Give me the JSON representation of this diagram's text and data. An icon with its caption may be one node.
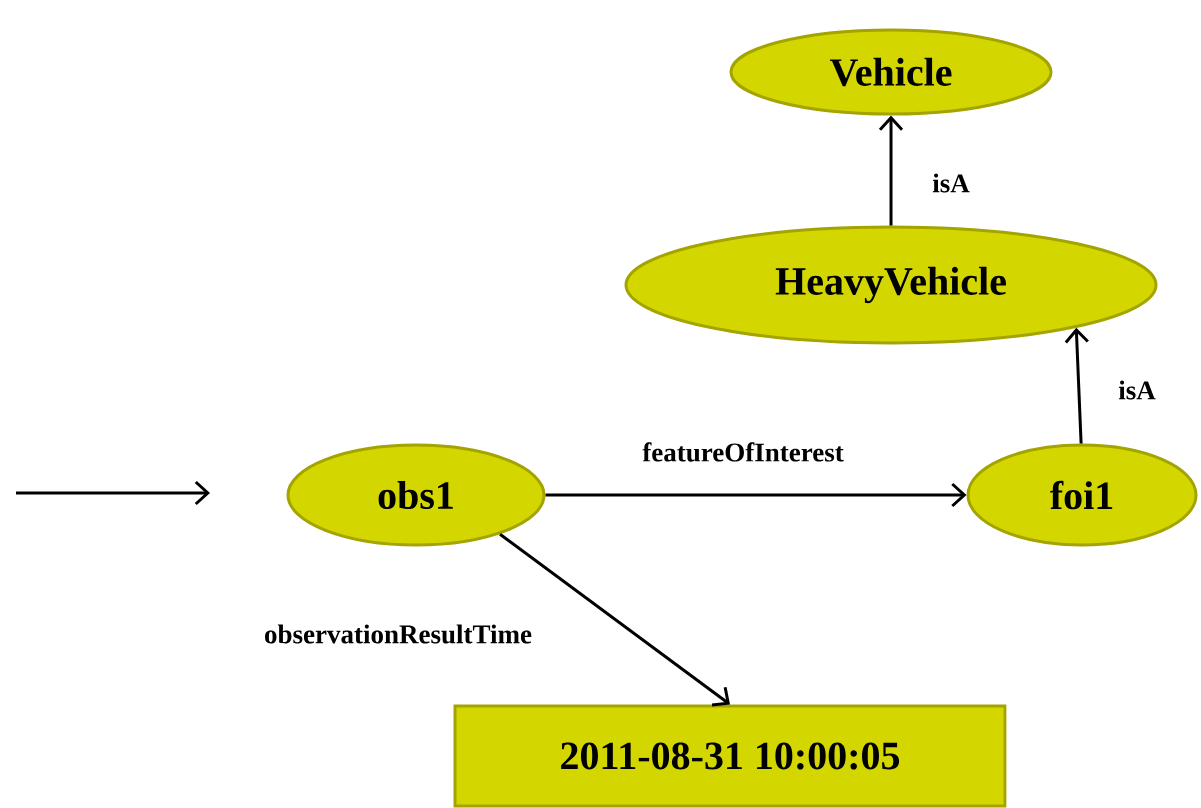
{
  "diagram": {
    "nodes": [
      {
        "text": [
          "Vehicle"
        ]
      },
      {
        "text": [
          "HeavyVehicle"
        ]
      },
      {
        "text": [
          "obs1"
        ]
      },
      {
        "text": [
          "foi1"
        ]
      },
      {
        "text": [
          "2011-08-31 10:00:05"
        ]
      }
    ],
    "edges": [
      {
        "from": 2,
        "to": 3,
        "label": "featureOfInterest",
        "arrow": "to"
      },
      {
        "from": 3,
        "to": 1,
        "label": "isA",
        "arrow": "to"
      },
      {
        "from": 1,
        "to": 0,
        "label": "isA",
        "arrow": "to"
      },
      {
        "from": 2,
        "to": 4,
        "label": "observationResultTime",
        "arrow": "to"
      }
    ]
  }
}
